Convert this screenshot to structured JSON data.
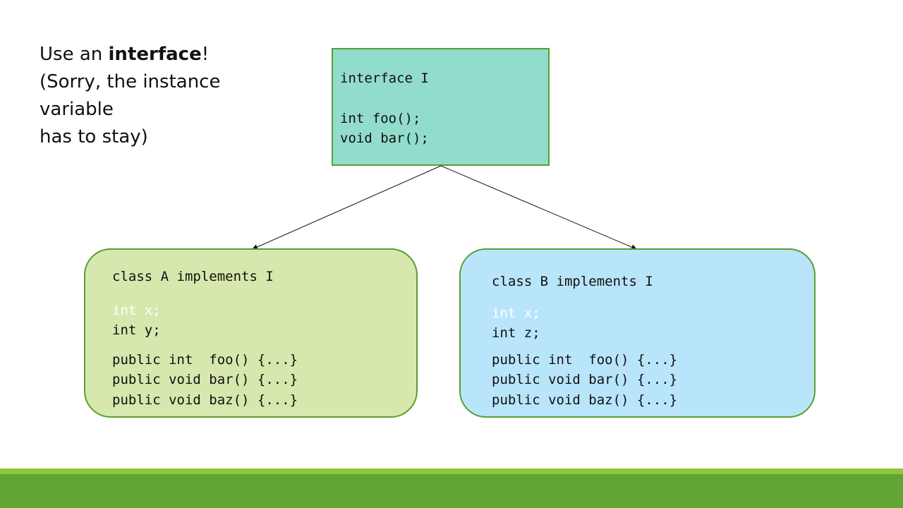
{
  "caption": {
    "line1_pre": "Use an ",
    "line1_bold": "interface",
    "line1_post": "!",
    "line2": "(Sorry, the instance",
    "line3": "variable",
    "line4": "has to stay)"
  },
  "interface_box": {
    "header": "interface I",
    "method1": "int foo();",
    "method2": "void bar();"
  },
  "class_a": {
    "header": "class A implements I",
    "field1": "int x;",
    "field2": "int y;",
    "method1": "public int  foo() {...}",
    "method2": "public void bar() {...}",
    "method3": "public void baz() {...}"
  },
  "class_b": {
    "header": "class B implements I",
    "field1": "int x;",
    "field2": "int z;",
    "method1": "public int  foo() {...}",
    "method2": "public void bar() {...}",
    "method3": "public void baz() {...}"
  },
  "colors": {
    "interface_fill": "#92dccb",
    "class_a_fill": "#d6e8ad",
    "class_b_fill": "#b9e5fb",
    "border": "#5a9e33",
    "footer_light": "#8dc63f",
    "footer_dark": "#62a534"
  }
}
